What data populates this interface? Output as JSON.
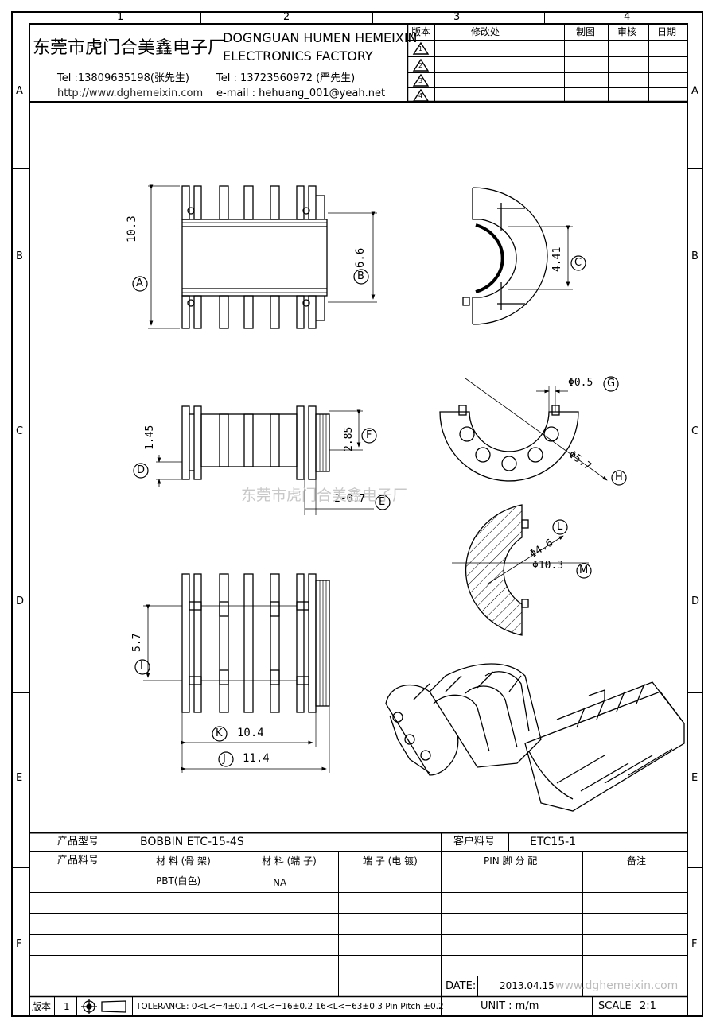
{
  "zones": {
    "cols": [
      "1",
      "2",
      "3",
      "4"
    ],
    "rows": [
      "A",
      "B",
      "C",
      "D",
      "E",
      "F"
    ]
  },
  "header": {
    "company_cn": "东莞市虎门合美鑫电子厂",
    "company_en_1": "DOGNGUAN HUMEN HEMEIXIN",
    "company_en_2": "ELECTRONICS FACTORY",
    "tel1": "Tel :13809635198(张先生)",
    "website": "http://www.dghemeixin.com",
    "tel2": "Tel : 13723560972 (严先生)",
    "email": "e-mail : hehuang_001@yeah.net"
  },
  "revision_table": {
    "headers": [
      "版本",
      "修改处",
      "制图",
      "审核",
      "日期"
    ],
    "marks": [
      "1",
      "2",
      "3",
      "4"
    ]
  },
  "dims": {
    "A": "10.3",
    "B": "6.6",
    "C": "4.41",
    "D": "1.45",
    "E": "2-0.7",
    "F": "2.85",
    "G": "Φ0.5",
    "H": "Φ5.7",
    "I": "5.7",
    "J": "11.4",
    "K": "10.4",
    "L": "Φ4.6",
    "M": "Φ10.3"
  },
  "dim_letters": [
    "A",
    "B",
    "C",
    "D",
    "E",
    "F",
    "G",
    "H",
    "I",
    "J",
    "K",
    "L",
    "M"
  ],
  "watermark": "东莞市虎门合美鑫电子厂",
  "title_block": {
    "product_model_label": "产品型号",
    "product_model": "BOBBIN ETC-15-4S",
    "customer_pn_label": "客户料号",
    "customer_pn": "ETC15-1",
    "product_pn_label": "产品料号",
    "col_material_body": "材 料 (骨 架)",
    "col_material_pin": "材 料 (端 子)",
    "col_pin_plating": "端 子 (电 镀)",
    "col_pin_assign": "PIN 脚 分 配",
    "col_remark": "备注",
    "material_body": "PBT(白色)",
    "material_pin": "NA",
    "date_label": "DATE:",
    "date": "2013.04.15",
    "wm_url": "www.dghemeixin.com",
    "rev_label": "版本",
    "rev": "1",
    "tolerance": "TOLERANCE:  0<L<=4±0.1  4<L<=16±0.2  16<L<=63±0.3  Pin Pitch  ±0.2",
    "unit": "UNIT : m/m",
    "scale_label": "SCALE",
    "scale": "2:1"
  }
}
